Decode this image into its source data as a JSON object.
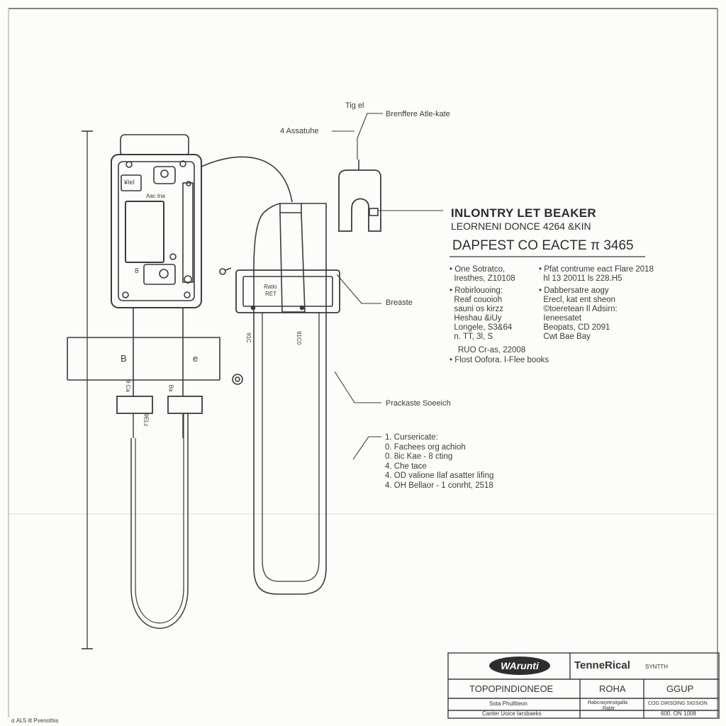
{
  "callouts": {
    "top_small": "Tig el",
    "top_ref": "Brenffere Atle-kate",
    "assembly": "4 Assatuhe",
    "breaste": "Breaste",
    "prackaste": "Prackaste Soeeich"
  },
  "main_title": {
    "line1": "INLONTRY LET BEAKER",
    "line2": "LEORNENI DONCE  4264 &KIN",
    "line3": "DAPFEST   CO  EACTE  π 3465"
  },
  "notes": {
    "left_items": [
      "One Sotratco,",
      "Iresthes, Z10108",
      "Robirlouoing:",
      "Reaf couoioh",
      "sauni os kirzz",
      "Heshau &iUy",
      "Longele, S3&64",
      "n. TT, 3l, S"
    ],
    "right_items": [
      "Pfat contrume eact Flare 2018",
      "hl 13 20011 ls 228.H5",
      "Dabbersatre aogy",
      "Erecl, kat ent sheon",
      "©toeretean Il Adsirn:",
      "Ieneesatet",
      "Beopats, CD 2091",
      "Cwt Bae Bay"
    ],
    "rno_line": "RUO Cr-as, 22008",
    "flost_line": "Flost Oofora. I-Flee books"
  },
  "steps": [
    "1. Cursericate:",
    "0. Fachees org achioh",
    "0. 8ic Kae - 8 cting",
    "4. Che tace",
    "4. OD valione Ilaf asatter lifing",
    "4. OH Bellaor - 1 conrht, 2518"
  ],
  "device": {
    "label_top": "¥IeI",
    "label_small": "Aac  lna",
    "label_b": "8",
    "panel_left": "B",
    "panel_right": "e",
    "lead_left": "9 Ca",
    "lead_right": "Ba",
    "lead_tag": "9ELz",
    "belt_label_1": "Ratio",
    "belt_label_2": "RET",
    "belt_tag_left": "91C",
    "belt_tag_right": "91C0"
  },
  "title_block": {
    "logo": "WArunti",
    "company": "TenneRical",
    "company_sub": "SYNTTH",
    "row2": [
      "TOPOPINDIONEOE",
      "ROHA",
      "GGUP"
    ],
    "row3_left_a": "Sota Phulltieon",
    "row3_left_b": "Canter Uoice Iarsbaeks",
    "row3_mid_a": "Rabcraçetnstgalla",
    "row3_mid_b": "Rabtr",
    "row3_right_a": "COG DIRSOING SIGSION",
    "row3_right_b": "600. ON 1008"
  },
  "footer": "α AL5 ilt   Pvenothis"
}
